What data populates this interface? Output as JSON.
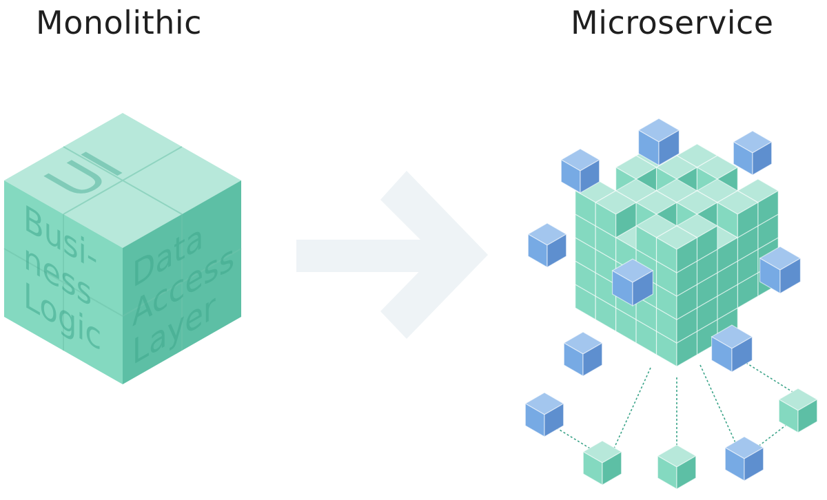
{
  "titles": {
    "left": "Monolithic",
    "right": "Microservice"
  },
  "monolith": {
    "top_label": "UI",
    "left_label_lines": [
      "Busi-",
      "ness",
      "Logic"
    ],
    "right_label_lines": [
      "Data",
      "Access",
      "Layer"
    ]
  },
  "colors": {
    "green_top": "#b7e8da",
    "green_left": "#84d9c0",
    "green_right": "#5dbfa5",
    "blue_top": "#a3c6ee",
    "blue_left": "#77aae4",
    "blue_right": "#5e8fcf",
    "arrow": "#eef3f6",
    "line": "#3aa388"
  }
}
